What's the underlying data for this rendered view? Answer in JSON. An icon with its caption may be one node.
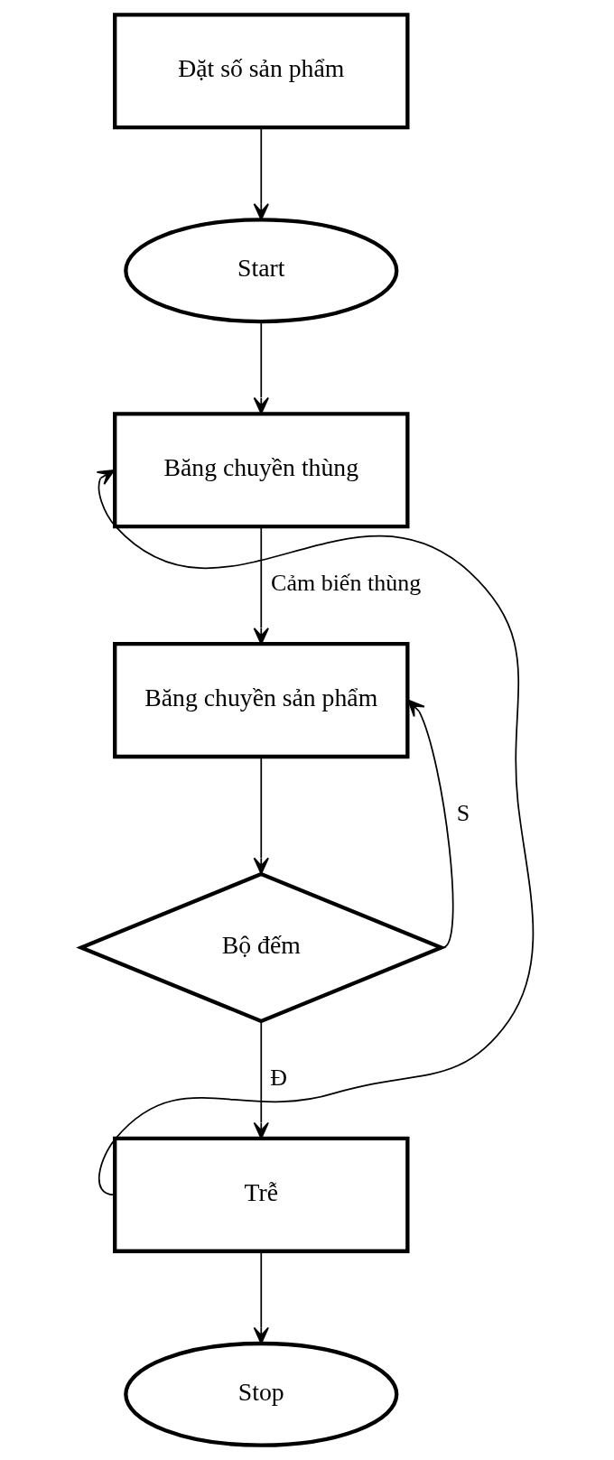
{
  "diagram": {
    "nodes": [
      {
        "text": [
          "Đặt số sản phẩm"
        ]
      },
      {
        "text": [
          "Start"
        ]
      },
      {
        "text": [
          "Băng chuyền thùng"
        ]
      },
      {
        "text": [
          "Băng chuyền sản phẩm"
        ]
      },
      {
        "text": [
          "Bộ đếm"
        ]
      },
      {
        "text": [
          "Trễ"
        ]
      },
      {
        "text": [
          "Stop"
        ]
      }
    ],
    "edges": [
      {
        "from": 0,
        "to": 1,
        "arrow": "to"
      },
      {
        "from": 1,
        "to": 2,
        "arrow": "to"
      },
      {
        "from": 2,
        "to": 3,
        "arrow": "to",
        "label": "Cảm biến thùng"
      },
      {
        "from": 3,
        "to": 4,
        "arrow": "to"
      },
      {
        "from": 4,
        "to": 5,
        "arrow": "to",
        "label": "Đ"
      },
      {
        "from": 4,
        "to": 3,
        "arrow": "to",
        "label": "S"
      },
      {
        "from": 5,
        "to": 2,
        "arrow": "to"
      },
      {
        "from": 5,
        "to": 6,
        "arrow": "to"
      }
    ]
  }
}
